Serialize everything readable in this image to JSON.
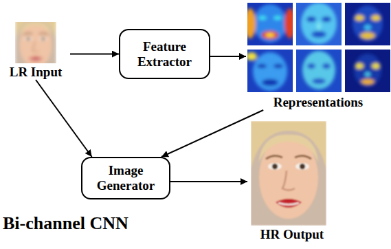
{
  "diagram": {
    "caption": "Bi-channel CNN",
    "nodes": [
      {
        "text": [
          "LR Input"
        ]
      },
      {
        "text": [
          "Feature Extractor"
        ]
      },
      {
        "text": [
          "Representations"
        ]
      },
      {
        "text": [
          "Image Generator"
        ]
      },
      {
        "text": [
          "HR Output"
        ]
      }
    ],
    "edges": [
      {
        "from": 0,
        "to": 1,
        "arrow": "to"
      },
      {
        "from": 1,
        "to": 2,
        "arrow": "to"
      },
      {
        "from": 0,
        "to": 3,
        "arrow": "to"
      },
      {
        "from": 2,
        "to": 3,
        "arrow": "to"
      },
      {
        "from": 3,
        "to": 4,
        "arrow": "to"
      }
    ]
  }
}
